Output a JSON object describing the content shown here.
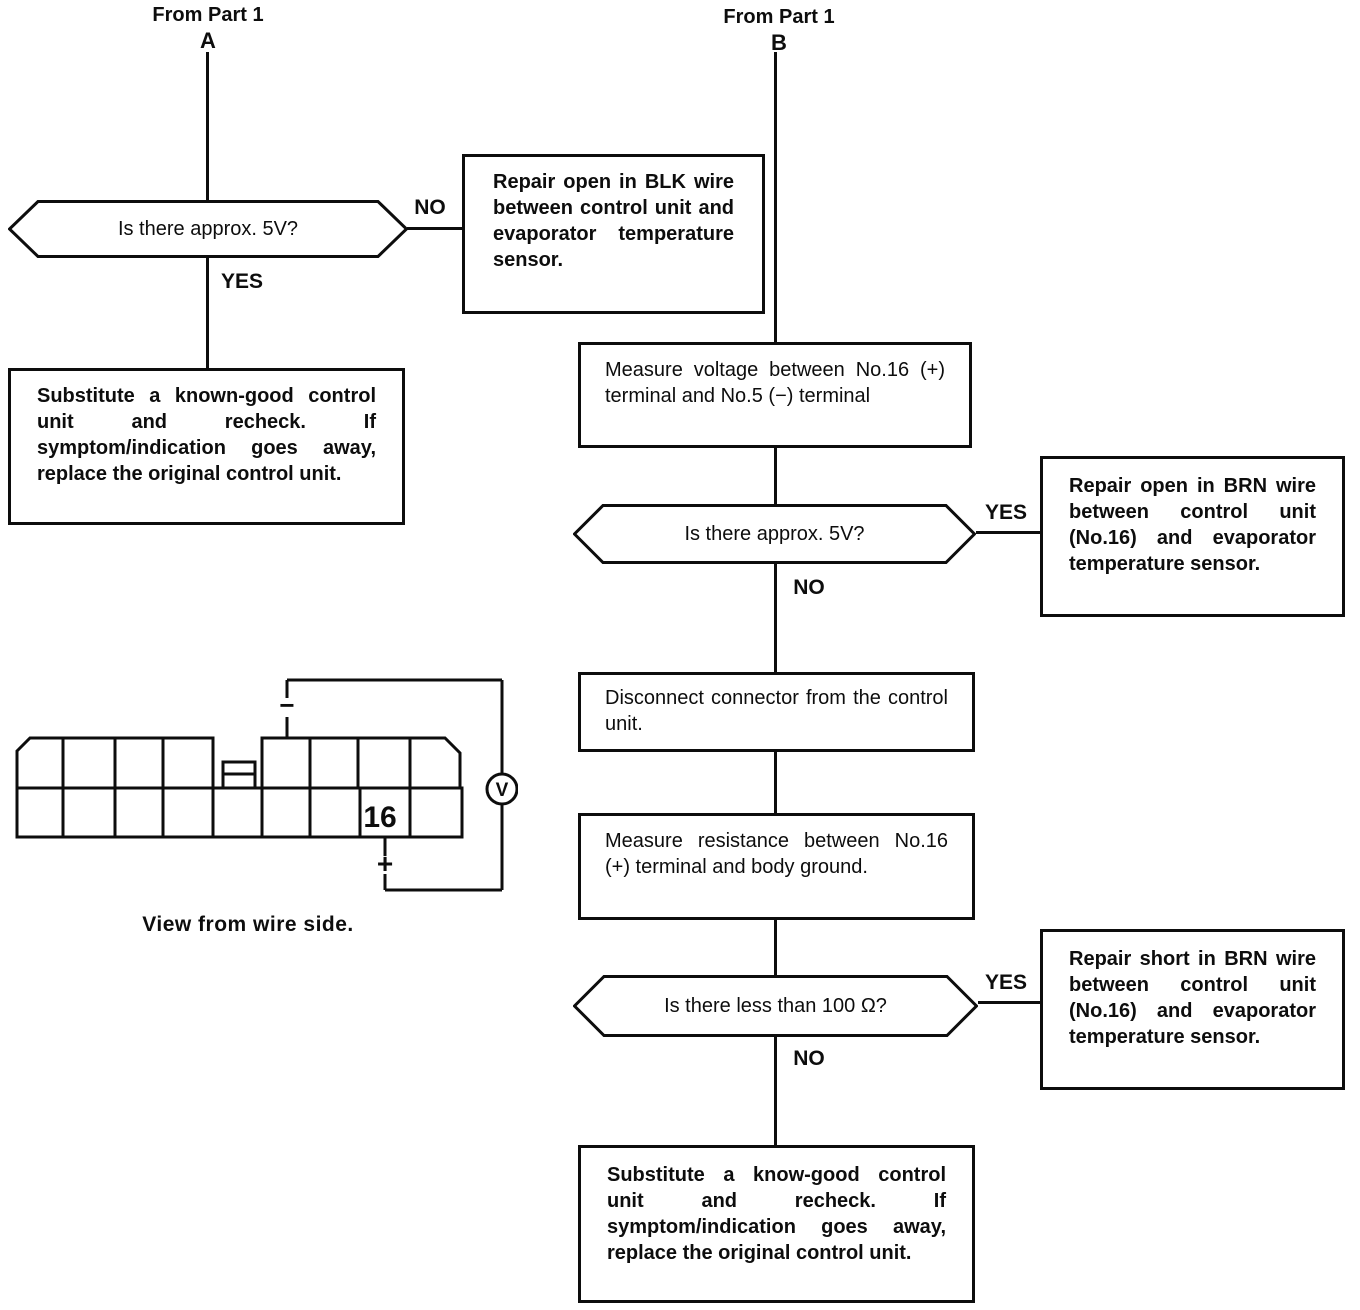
{
  "colors": {
    "ink": "#0d0d0d",
    "paper": "#ffffff"
  },
  "header": {
    "branch_a": {
      "from": "From Part 1",
      "letter": "A"
    },
    "branch_b": {
      "from": "From Part 1",
      "letter": "B"
    }
  },
  "labels": {
    "yes": "YES",
    "no": "NO"
  },
  "flow_a": {
    "decision_voltage": "Is there approx. 5V?",
    "action_repair_blk": "Repair open in BLK wire between control unit and evaporator temperature sensor.",
    "action_substitute": "Substitute a known-good control unit and recheck. If symptom/indication goes away, replace the original control unit."
  },
  "flow_b": {
    "step_measure_voltage": "Measure voltage between No.16 (+) terminal and No.5 (−) terminal",
    "decision_voltage": "Is there approx. 5V?",
    "action_repair_open_brn": "Repair open in BRN wire between control unit (No.16) and evaporator temperature sensor.",
    "step_disconnect": "Disconnect connector from the control unit.",
    "step_measure_resistance": "Measure resistance between No.16 (+) terminal and body ground.",
    "decision_resistance": "Is there less than 100 Ω?",
    "action_repair_short_brn": "Repair short in BRN wire between control unit (No.16) and evaporator temperature sensor.",
    "action_substitute": "Substitute a know-good control unit and recheck. If symptom/indication goes away, replace the original control unit."
  },
  "connector": {
    "pin_label": "16",
    "meter_label": "V",
    "positive_label": "+",
    "negative_label": "−",
    "caption": "View from wire side."
  }
}
